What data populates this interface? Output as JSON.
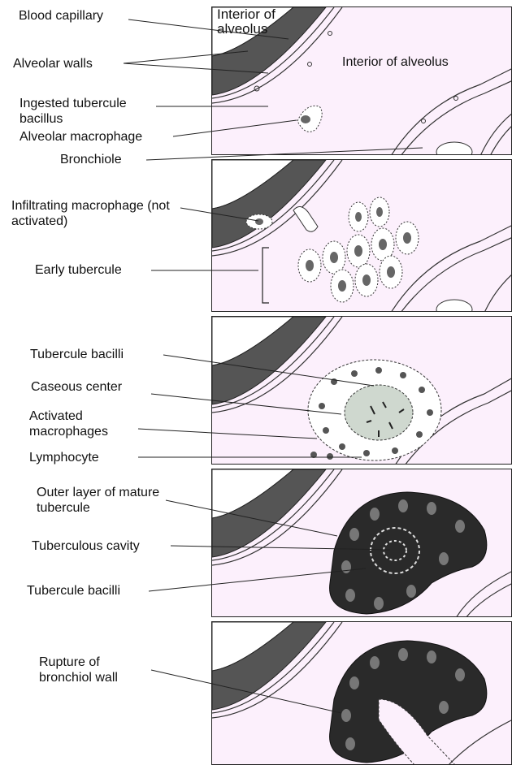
{
  "colors": {
    "panel_bg": "#fcf0fc",
    "capillary": "#555555",
    "tubercule_dark": "#2a2a2a",
    "cell_nucleus": "#666666",
    "caseous": "#cfd8cf"
  },
  "panel1": {
    "interior_top": "Interior of\nalveolus",
    "interior_right": "Interior of alveolus",
    "labels": {
      "blood_capillary": "Blood capillary",
      "alveolar_walls": "Alveolar walls",
      "ingested_bacillus": "Ingested tubercule bacillus",
      "alveolar_macrophage": "Alveolar macrophage",
      "bronchiole": "Bronchiole"
    }
  },
  "panel2": {
    "labels": {
      "infiltrating_macrophage": "Infiltrating macrophage (not activated)",
      "early_tubercule": "Early tubercule"
    }
  },
  "panel3": {
    "labels": {
      "tubercule_bacilli": "Tubercule bacilli",
      "caseous_center": "Caseous center",
      "activated_macrophages": "Activated macrophages",
      "lymphocyte": "Lymphocyte"
    }
  },
  "panel4": {
    "labels": {
      "outer_layer": "Outer layer of mature tubercule",
      "tuberculous_cavity": "Tuberculous cavity",
      "tubercule_bacilli": "Tubercule bacilli"
    }
  },
  "panel5": {
    "labels": {
      "rupture": "Rupture of bronchiol wall"
    }
  }
}
